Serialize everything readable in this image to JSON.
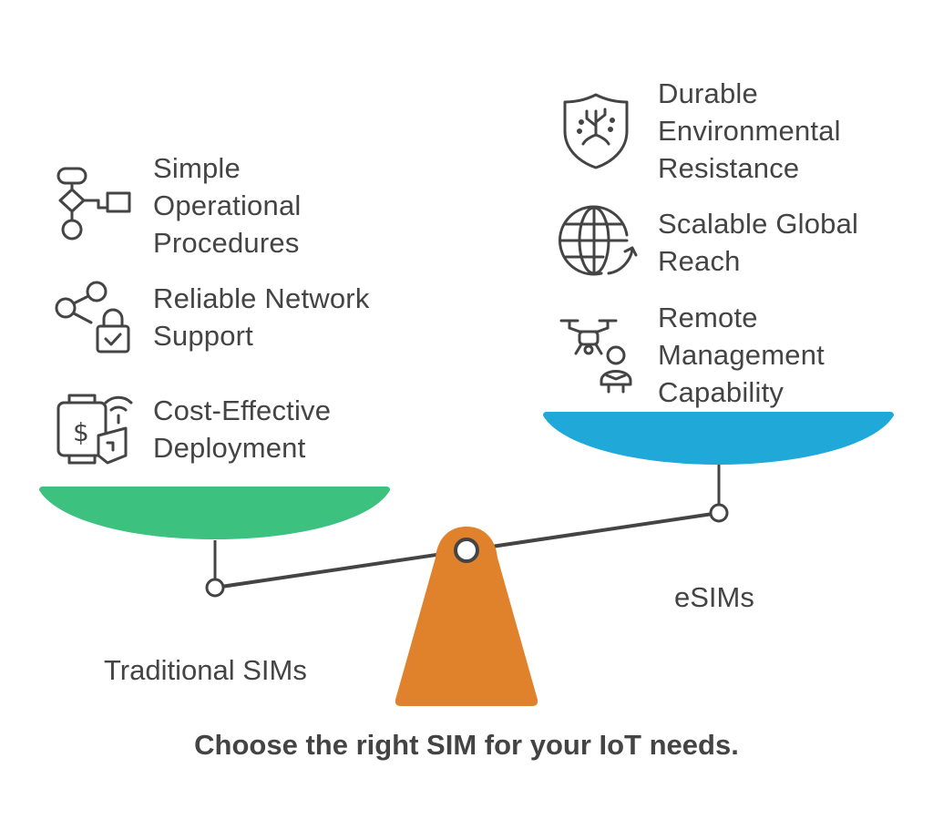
{
  "left_pan": {
    "items": [
      {
        "icon": "flowchart-icon",
        "label": "Simple\nOperational\nProcedures"
      },
      {
        "icon": "network-lock-icon",
        "label": "Reliable Network\nSupport"
      },
      {
        "icon": "payment-device-icon",
        "label": "Cost-Effective\nDeployment"
      }
    ],
    "caption": "Traditional SIMs",
    "color": "#3cc17f"
  },
  "right_pan": {
    "items": [
      {
        "icon": "shield-tree-icon",
        "label": "Durable\nEnvironmental\nResistance"
      },
      {
        "icon": "globe-arrow-icon",
        "label": "Scalable Global\nReach"
      },
      {
        "icon": "drone-operator-icon",
        "label": "Remote\nManagement\nCapability"
      }
    ],
    "caption": "eSIMs",
    "color": "#1fa8d8"
  },
  "fulcrum_color": "#e0822c",
  "footer": "Choose the right SIM for your IoT needs."
}
